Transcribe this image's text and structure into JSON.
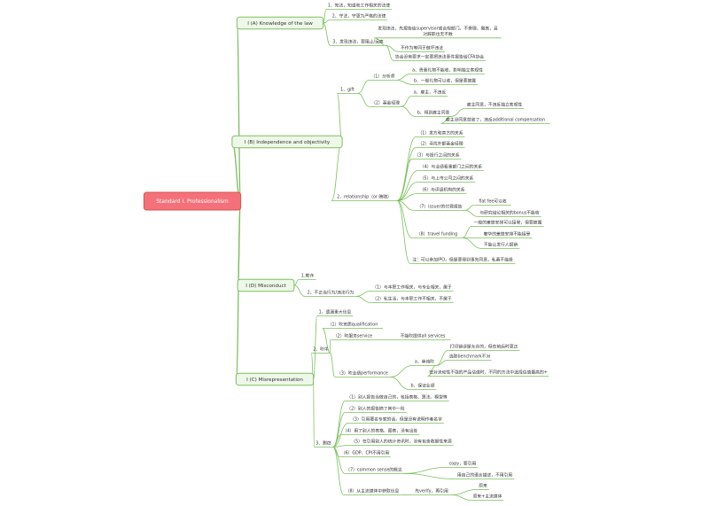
{
  "colors": {
    "background": "#ffffff",
    "line": "#7cbf5e",
    "root_fill": "#f4717a",
    "root_stroke": "#d9534f",
    "branch_fill": "#eef8e8",
    "text": "#333333"
  },
  "root": "Standard I. Professionalism",
  "branches": [
    {
      "label": "I (A) Knowledge of the law",
      "children": [
        {
          "label": "1、知法，知道和工作相关的法律"
        },
        {
          "label": "2、守法，守更为严格的法律"
        },
        {
          "label": "3、发现违法，要阻止/远离",
          "children": [
            {
              "label": "发现违法，先报告给supervisor或合规部门。不受理，撤离，且对辞职也无不数"
            },
            {
              "label": "不作为等同于做坏违法"
            },
            {
              "label": "协会没有要求一定要把违法事件报告给CFA协会"
            }
          ]
        }
      ]
    },
    {
      "label": "I (B) Independence and objectivity",
      "children": [
        {
          "label": "1、gift",
          "children": [
            {
              "label": "（1）分析师",
              "children": [
                {
                  "label": "a、贵重礼物不能收，影响独立客观性"
                },
                {
                  "label": "b、一般礼物可以收，但是要披露"
                }
              ]
            },
            {
              "label": "（2）基金经理",
              "children": [
                {
                  "label": "a、雇主，不违反"
                },
                {
                  "label": "b、得到雇主同意",
                  "children": [
                    {
                      "label": "雇主同意，不违反独立客观性"
                    },
                    {
                      "label": "雇主没同意就收了，违反additional compensation"
                    }
                  ]
                }
              ]
            }
          ]
        },
        {
          "label": "2、relationship（or 贿赂）",
          "children": [
            {
              "label": "（1）发方和卖方的关系"
            },
            {
              "label": "（2）寻找外部基金经理"
            },
            {
              "label": "（3）与投行之间的关系"
            },
            {
              "label": "（4）与业绩看重部门之间的关系"
            },
            {
              "label": "（5）与上市公司之间的关系"
            },
            {
              "label": "（6）与评级机构的关系"
            },
            {
              "label": "（7）issuer的付费报告",
              "children": [
                {
                  "label": "flat fee可以收"
                },
                {
                  "label": "与研究结论相关的bonus不能收"
                }
              ]
            },
            {
              "label": "（8）travel funding",
              "children": [
                {
                  "label": "一般的差旅安排可以接受，但要披露"
                },
                {
                  "label": "奢华的差旅安排不能接受"
                },
                {
                  "label": "不能让发行人报销"
                }
              ]
            },
            {
              "label": "注：可以参加IPO，但是要得到事先同意，私募不能投"
            }
          ]
        }
      ]
    },
    {
      "label": "I (D) Misconduct",
      "children": [
        {
          "label": "1.欺诈"
        },
        {
          "label": "2、不正当行为/违法行为",
          "children": [
            {
              "label": "（1）与本职工作相关，与专业相关，属于"
            },
            {
              "label": "（2）私生活，与本职工作不相关，不属于"
            }
          ]
        }
      ]
    },
    {
      "label": "I (C) Misrepresentation",
      "children": [
        {
          "label": "1、遗漏重大信息"
        },
        {
          "label": "2、吹牛",
          "children": [
            {
              "label": "（1）吹资质qualification"
            },
            {
              "label": "（2）吹服务service",
              "children": [
                {
                  "label": "不能吹提供all services"
                }
              ]
            },
            {
              "label": "（3）吹业绩performance",
              "children": [
                {
                  "label": "a、单纯吹",
                  "children": [
                    {
                      "label": "打印错误是允许的，但在前后时更正"
                    },
                    {
                      "label": "选取benchmark不对"
                    },
                    {
                      "label": "在对流动性不强的产品估值时，不同的方法中选择估值最高的+"
                    }
                  ]
                },
                {
                  "label": "b、保证业绩"
                }
              ]
            }
          ]
        },
        {
          "label": "3、剽窃",
          "children": [
            {
              "label": "（1）别人报告当做自己的，包括表格、算法、模型等"
            },
            {
              "label": "（2）别人的报告摘了其中一段"
            },
            {
              "label": "（3）引用著名专家的话，但是没有说明作者名字"
            },
            {
              "label": "（4）用了别人的表格、图表，没有出处"
            },
            {
              "label": "（5）在引用别人的统计资讯时，没有包含数据性来源"
            },
            {
              "label": "（6）GDP、CPI不用引用"
            },
            {
              "label": "（7）common sense的概念",
              "children": [
                {
                  "label": "copy，要引用"
                },
                {
                  "label": "用自己的语言描述，不用引用"
                }
              ]
            },
            {
              "label": "（8）从主流媒体中获取信息",
              "children": [
                {
                  "label": "先verify，再引用",
                  "children": [
                    {
                      "label": "原来"
                    },
                    {
                      "label": "原来+主流媒体"
                    }
                  ]
                }
              ]
            }
          ]
        }
      ]
    }
  ]
}
